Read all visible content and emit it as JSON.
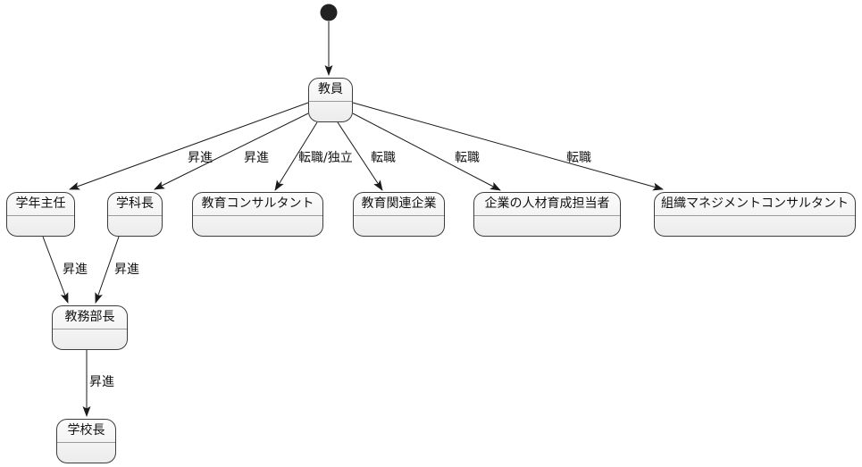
{
  "diagram": {
    "type": "uml-state-diagram",
    "background_color": "#FFFFFF",
    "colors": {
      "state_fill_top": "#FCFCFC",
      "state_fill_bottom": "#ECECEC",
      "state_border": "#3C3C3C",
      "state_divider": "#9B9B9B",
      "edge_line": "#1A1A1A",
      "initial_dot": "#222222",
      "text": "#111111"
    },
    "initial_state": {
      "name": "initial-state-dot"
    },
    "states": [
      {
        "id": "teacher",
        "label": "教員"
      },
      {
        "id": "grade-head",
        "label": "学年主任"
      },
      {
        "id": "department-head",
        "label": "学科長"
      },
      {
        "id": "education-consultant",
        "label": "教育コンサルタント"
      },
      {
        "id": "education-company",
        "label": "教育関連企業"
      },
      {
        "id": "corporate-hr-developer",
        "label": "企業の人材育成担当者"
      },
      {
        "id": "org-management-consultant",
        "label": "組織マネジメントコンサルタント"
      },
      {
        "id": "academic-affairs-director",
        "label": "教務部長"
      },
      {
        "id": "school-principal",
        "label": "学校長"
      }
    ],
    "edges": [
      {
        "from": "start",
        "to": "teacher",
        "label": ""
      },
      {
        "from": "teacher",
        "to": "grade-head",
        "label": "昇進"
      },
      {
        "from": "teacher",
        "to": "department-head",
        "label": "昇進"
      },
      {
        "from": "teacher",
        "to": "education-consultant",
        "label": "転職/独立"
      },
      {
        "from": "teacher",
        "to": "education-company",
        "label": "転職"
      },
      {
        "from": "teacher",
        "to": "corporate-hr-developer",
        "label": "転職"
      },
      {
        "from": "teacher",
        "to": "org-management-consultant",
        "label": "転職"
      },
      {
        "from": "grade-head",
        "to": "academic-affairs-director",
        "label": "昇進"
      },
      {
        "from": "department-head",
        "to": "academic-affairs-director",
        "label": "昇進"
      },
      {
        "from": "academic-affairs-director",
        "to": "school-principal",
        "label": "昇進"
      }
    ]
  }
}
